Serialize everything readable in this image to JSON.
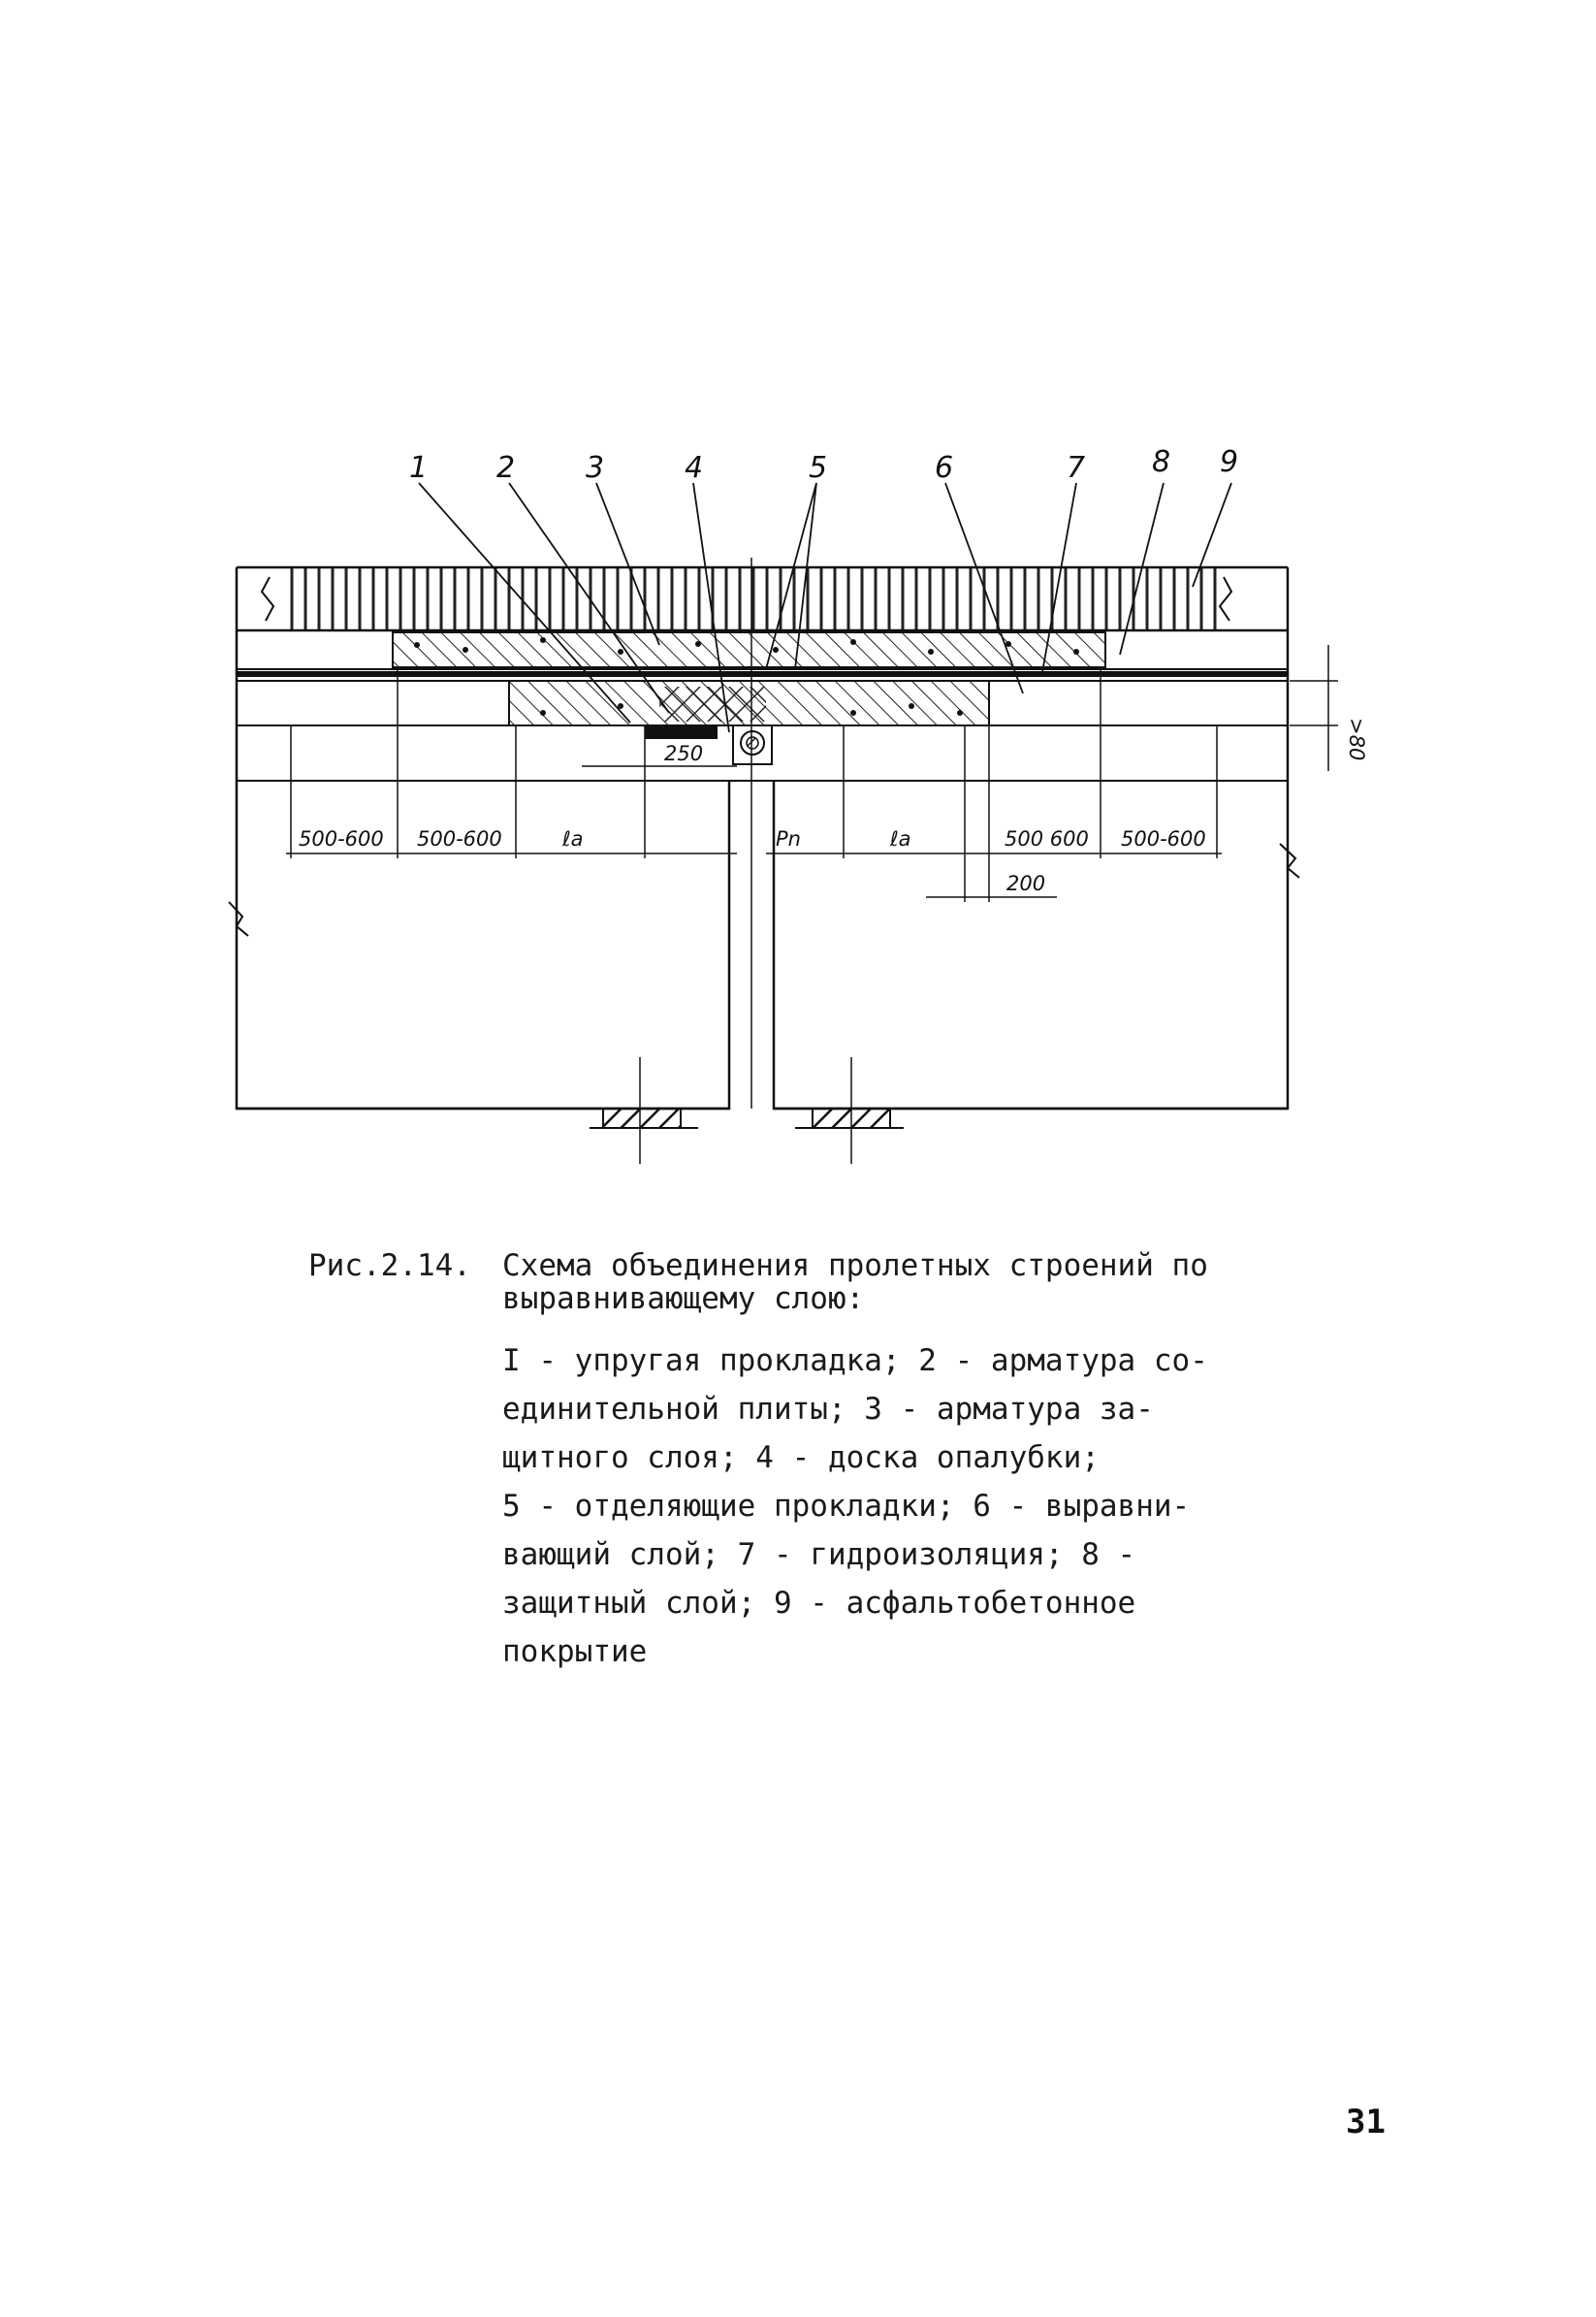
{
  "drawing": {
    "callouts": [
      "1",
      "2",
      "3",
      "4",
      "5",
      "6",
      "7",
      "8",
      "9"
    ],
    "dimensions": {
      "d_250": "250",
      "d_left_outer": "500-600",
      "d_left_inner": "500-600",
      "d_la_left": "ℓa",
      "d_pn": "Pn",
      "d_la_right": "ℓa",
      "d_right_inner": "500 600",
      "d_right_outer": "500-600",
      "d_200": "200",
      "d_80": ">80"
    }
  },
  "caption": {
    "label": "Рис.2.14.",
    "title_line1": "Схема объединения пролетных строений по",
    "title_line2": "выравнивающему слою:"
  },
  "legend": {
    "lines": [
      "I - упругая прокладка; 2 - арматура со-",
      "единительной  плиты; 3 - арматура за-",
      "щитного слоя; 4 - доска опалубки;",
      "5 - отделяющие прокладки; 6 - выравни-",
      "вающий слой; 7 - гидроизоляция; 8 -",
      "защитный слой; 9 - асфальтобетонное",
      "покрытие"
    ]
  },
  "page_number": "31"
}
